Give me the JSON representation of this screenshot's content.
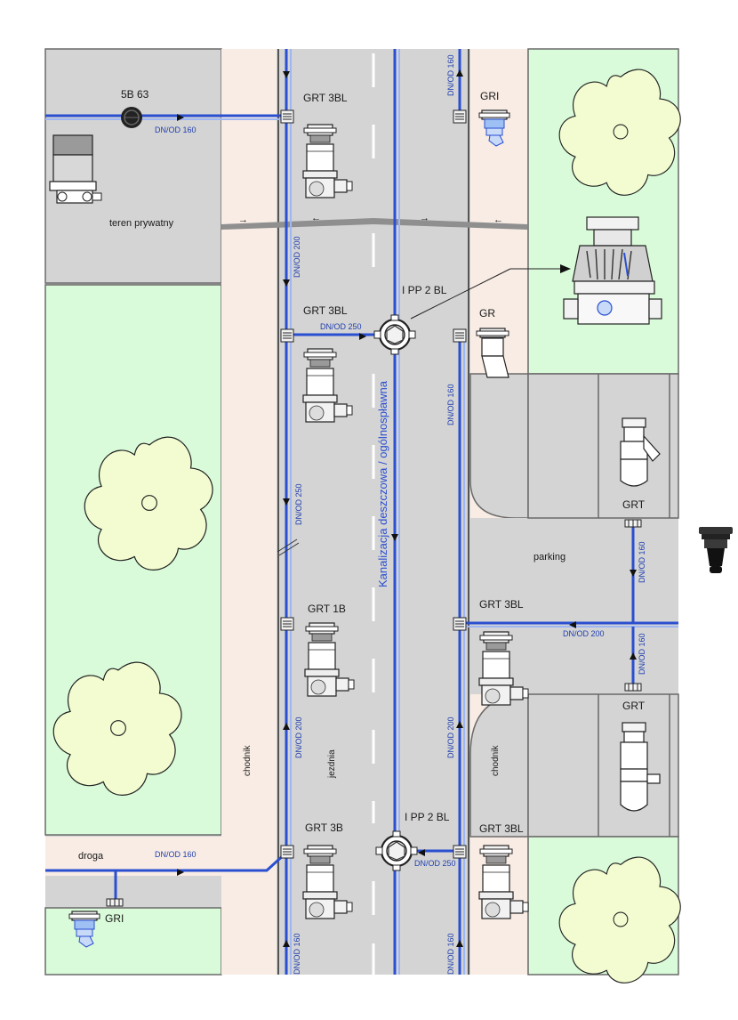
{
  "colors": {
    "lawn": "#d9fbd9",
    "road": "#d4d4d4",
    "sidewalk": "#f8ece4",
    "pipe": "#2a4fd0",
    "pipe_light": "#9fb6f2",
    "tree_fill": "#f2fcd0",
    "curb": "#6a6a6a"
  },
  "areas": {
    "private_land": "teren prywatny",
    "parking": "parking",
    "road": "droga",
    "sidewalk_left": "chodnik",
    "roadway": "jezdnia",
    "sidewalk_right": "chodnik",
    "sewer_title": "Kanalizacja deszczowa / ogólnospławna"
  },
  "manhole": {
    "label": "5B 63"
  },
  "gullies": [
    {
      "id": "g1",
      "label": "GRT 3BL"
    },
    {
      "id": "g2",
      "label": "GRI"
    },
    {
      "id": "g3",
      "label": "GRT 3BL"
    },
    {
      "id": "g4",
      "label": "GR"
    },
    {
      "id": "g5",
      "label": "GRT"
    },
    {
      "id": "g6",
      "label": "GRT 1B"
    },
    {
      "id": "g7",
      "label": "GRT 3BL"
    },
    {
      "id": "g8",
      "label": "GRT"
    },
    {
      "id": "g9",
      "label": "GRT 3B"
    },
    {
      "id": "g10",
      "label": "GRT 3BL"
    },
    {
      "id": "g11",
      "label": "GRI"
    }
  ],
  "inspection_chambers": [
    {
      "id": "c1",
      "label": "I PP 2 BL"
    },
    {
      "id": "c2",
      "label": "I PP 2 BL"
    }
  ],
  "pipes": [
    {
      "id": "p1",
      "label": "DN/OD 160"
    },
    {
      "id": "p2",
      "label": "DN/OD 160"
    },
    {
      "id": "p3",
      "label": "DN/OD 200"
    },
    {
      "id": "p4",
      "label": "DN/OD 250"
    },
    {
      "id": "p5",
      "label": "DN/OD 160"
    },
    {
      "id": "p6",
      "label": "DN/OD 250"
    },
    {
      "id": "p7",
      "label": "DN/OD 160"
    },
    {
      "id": "p8",
      "label": "DN/OD 200"
    },
    {
      "id": "p9",
      "label": "DN/OD 160"
    },
    {
      "id": "p10",
      "label": "DN/OD 200"
    },
    {
      "id": "p11",
      "label": "DN/OD 200"
    },
    {
      "id": "p12",
      "label": "DN/OD 160"
    },
    {
      "id": "p13",
      "label": "DN/OD 250"
    },
    {
      "id": "p14",
      "label": "DN/OD 160"
    },
    {
      "id": "p15",
      "label": "DN/OD 160"
    }
  ]
}
